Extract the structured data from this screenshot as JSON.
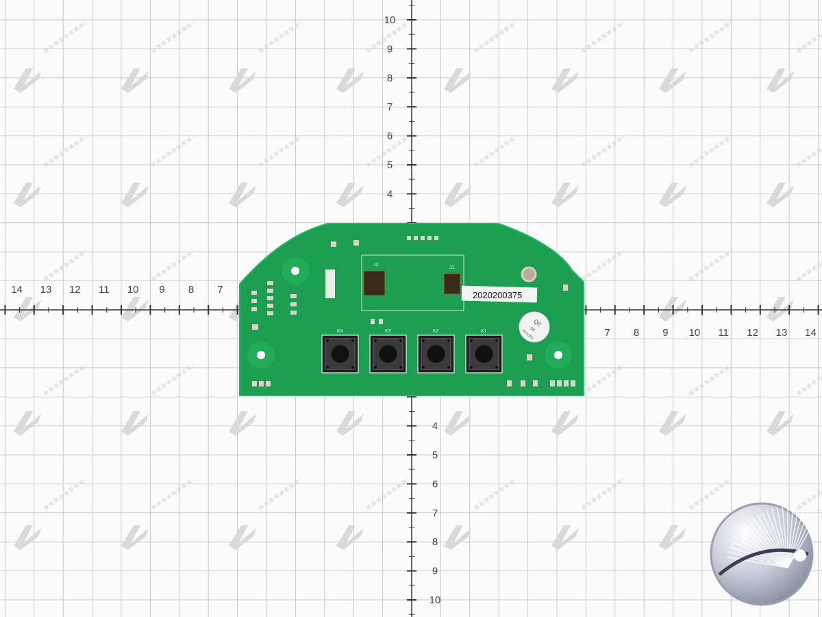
{
  "watermark": {
    "text": "PROLIGHTS",
    "color": "#d9d9d9"
  },
  "ruler": {
    "left_labels": [
      "14",
      "13",
      "12",
      "11",
      "10",
      "9",
      "8",
      "7"
    ],
    "right_labels": [
      "7",
      "8",
      "9",
      "10",
      "11",
      "12",
      "13",
      "14"
    ],
    "top_labels": [
      "10",
      "9",
      "8",
      "7",
      "6",
      "5",
      "4"
    ],
    "bottom_labels": [
      "4",
      "5",
      "6",
      "7",
      "8",
      "9",
      "10"
    ],
    "grid_color": "#c9c9c9",
    "axis_color": "#333333"
  },
  "pcb": {
    "color": "#1c9e52",
    "serial_label": "2020200375",
    "qc_sticker": {
      "line1": "QC",
      "line2": "08",
      "line3": "PASSED"
    },
    "connectors": [
      "J2",
      "J1"
    ],
    "buttons": [
      "K4",
      "K3",
      "K2",
      "K1"
    ]
  },
  "logo": {
    "name": "prolights-logo"
  }
}
